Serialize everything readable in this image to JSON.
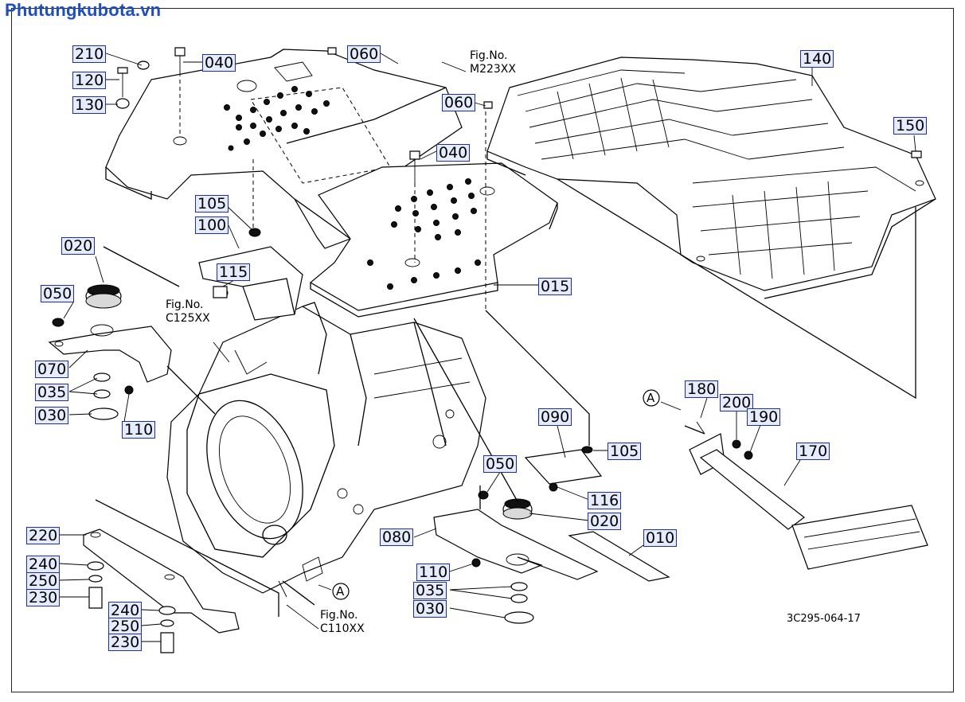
{
  "watermark": "Phutungkubota.vn",
  "drawing_code": "3C295-064-17",
  "fig_refs": [
    {
      "line1": "Fig.No.",
      "line2": "M223XX"
    },
    {
      "line1": "Fig.No.",
      "line2": "C125XX"
    },
    {
      "line1": "Fig.No.",
      "line2": "C110XX"
    }
  ],
  "ref_marker": "A",
  "callouts": [
    "210",
    "040",
    "060",
    "120",
    "130",
    "060",
    "140",
    "150",
    "040",
    "105",
    "100",
    "020",
    "115",
    "050",
    "015",
    "070",
    "035",
    "030",
    "110",
    "180",
    "200",
    "190",
    "090",
    "105",
    "170",
    "116",
    "050",
    "020",
    "220",
    "080",
    "010",
    "240",
    "250",
    "230",
    "110",
    "035",
    "030",
    "240",
    "250",
    "230"
  ]
}
